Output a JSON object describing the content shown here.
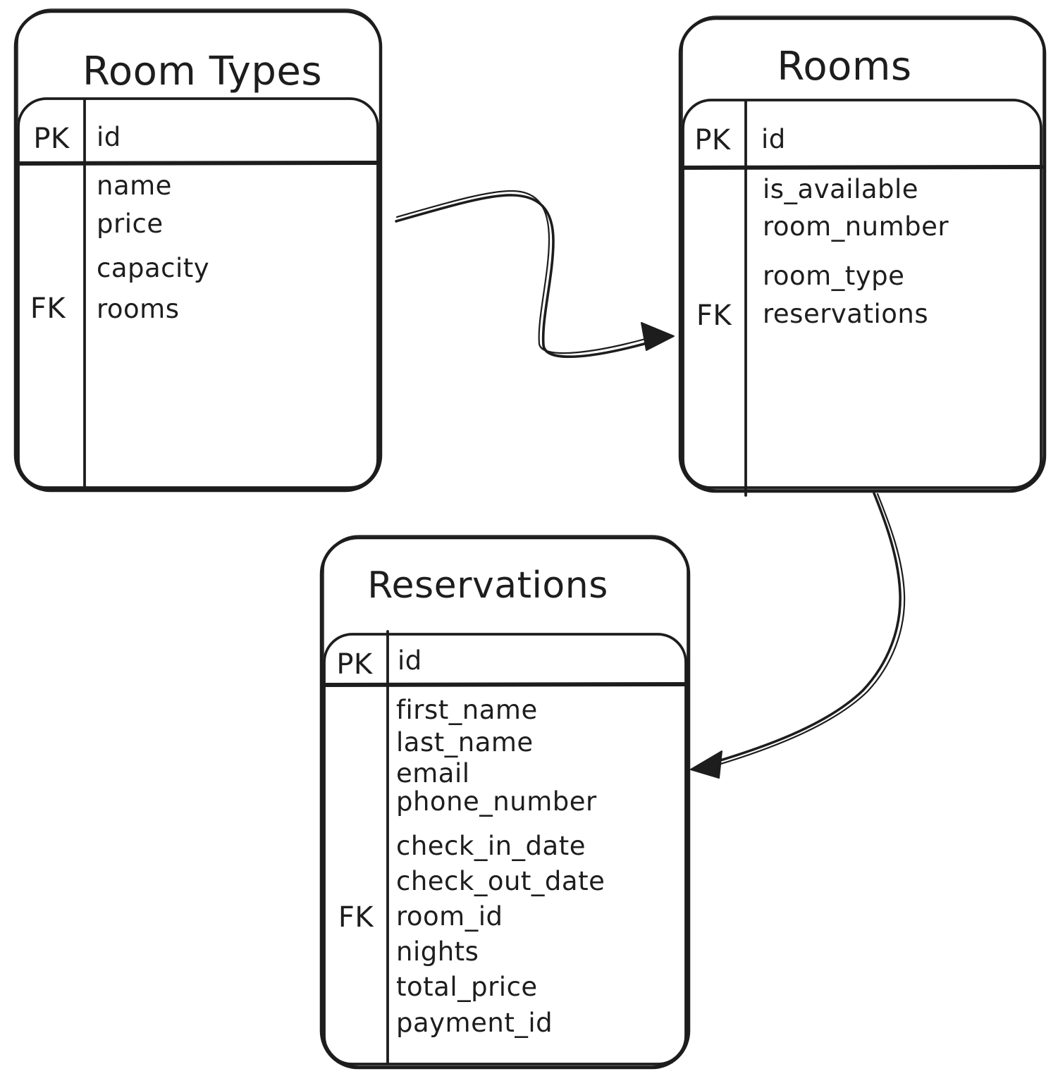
{
  "colors": {
    "ink": "#1d1d1d",
    "background": "#ffffff"
  },
  "entities": [
    {
      "name": "Room Types",
      "header": {
        "key": "PK",
        "field": "id"
      },
      "rows": [
        {
          "key": "",
          "field": "name"
        },
        {
          "key": "",
          "field": "price"
        },
        {
          "key": "",
          "field": "capacity"
        },
        {
          "key": "FK",
          "field": "rooms"
        }
      ]
    },
    {
      "name": "Rooms",
      "header": {
        "key": "PK",
        "field": "id"
      },
      "rows": [
        {
          "key": "",
          "field": "is_available"
        },
        {
          "key": "",
          "field": "room_number"
        },
        {
          "key": "",
          "field": "room_type"
        },
        {
          "key": "FK",
          "field": "reservations"
        }
      ]
    },
    {
      "name": "Reservations",
      "header": {
        "key": "PK",
        "field": "id"
      },
      "rows": [
        {
          "key": "",
          "field": "first_name"
        },
        {
          "key": "",
          "field": "last_name"
        },
        {
          "key": "",
          "field": "email"
        },
        {
          "key": "",
          "field": "phone_number"
        },
        {
          "key": "",
          "field": "check_in_date"
        },
        {
          "key": "",
          "field": "check_out_date"
        },
        {
          "key": "FK",
          "field": "room_id"
        },
        {
          "key": "",
          "field": "nights"
        },
        {
          "key": "",
          "field": "total_price"
        },
        {
          "key": "",
          "field": "payment_id"
        }
      ]
    }
  ],
  "relationships": [
    {
      "from": "Room Types",
      "to": "Rooms"
    },
    {
      "from": "Rooms",
      "to": "Reservations"
    }
  ]
}
